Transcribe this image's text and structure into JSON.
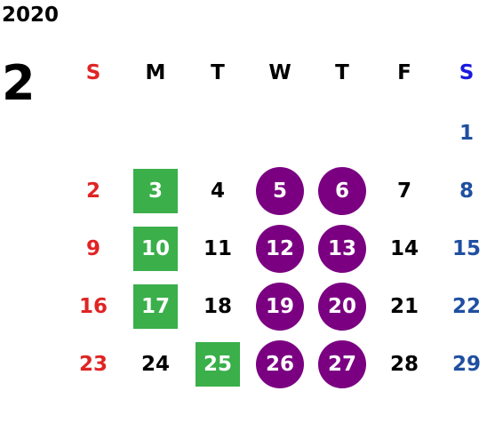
{
  "calendar": {
    "year": "2020",
    "month": "2",
    "weekdays": [
      "S",
      "M",
      "T",
      "W",
      "T",
      "F",
      "S"
    ],
    "weeks": [
      [
        "",
        "",
        "",
        "",
        "",
        "",
        "1"
      ],
      [
        "2",
        "3",
        "4",
        "5",
        "6",
        "7",
        "8"
      ],
      [
        "9",
        "10",
        "11",
        "12",
        "13",
        "14",
        "15"
      ],
      [
        "16",
        "17",
        "18",
        "19",
        "20",
        "21",
        "22"
      ],
      [
        "23",
        "24",
        "25",
        "26",
        "27",
        "28",
        "29"
      ]
    ]
  },
  "colors": {
    "sunday": "#e02424",
    "saturday": "#1f4fa0",
    "saturday_header": "#1a1adf",
    "green_highlight": "#3aaf4a",
    "purple_highlight": "#7a0081"
  }
}
